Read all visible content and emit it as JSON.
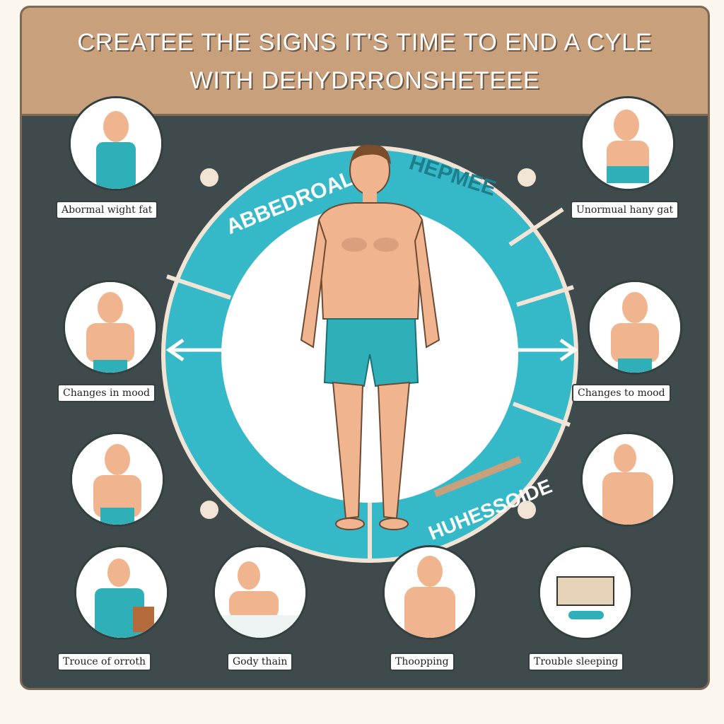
{
  "title": {
    "line1": "CREATEE  THE SIGNS IT'S TIME TO END A  CYLE",
    "line2": "WITH DEHYDRRONSHETEEE"
  },
  "ring_labels": {
    "top_left": "ABBEDROAL",
    "top_right": "HEPMEE",
    "bottom_right": "HUHESSOIDE"
  },
  "signs": [
    {
      "label": "Abormal wight fat"
    },
    {
      "label": "Unormual hany gat"
    },
    {
      "label": "Changes in mood"
    },
    {
      "label": "Changes to mood"
    },
    {
      "label": "Trouce of orroth"
    },
    {
      "label": "Gody thain"
    },
    {
      "label": "Thoopping"
    },
    {
      "label": "Trouble sleeping"
    }
  ],
  "colors": {
    "background": "#3e4a4b",
    "header": "#c9a07c",
    "ring": "#35b8c8",
    "shorts": "#2fb0b8",
    "skin": "#f0b48f"
  }
}
